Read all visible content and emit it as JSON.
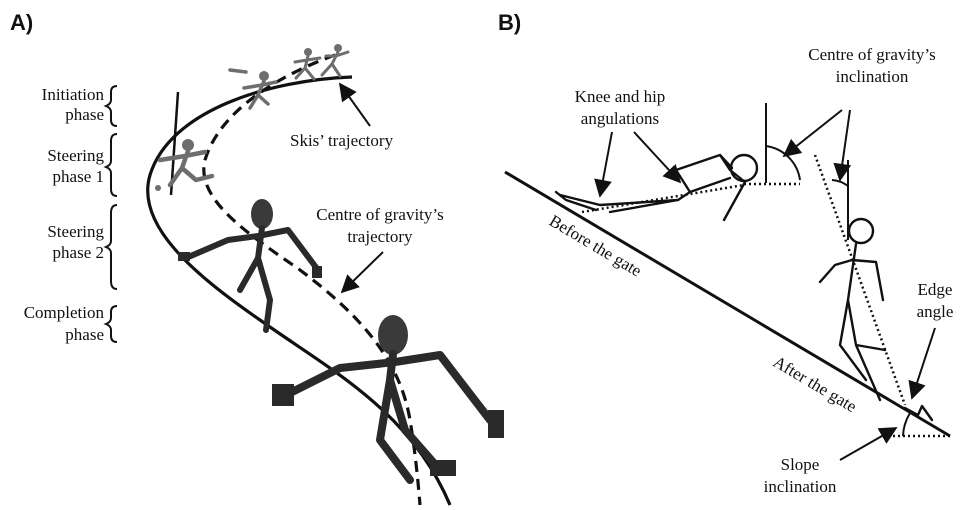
{
  "panel_a": {
    "label": "A)",
    "phases": [
      {
        "line1": "Initiation",
        "line2": "phase"
      },
      {
        "line1": "Steering",
        "line2": "phase 1"
      },
      {
        "line1": "Steering",
        "line2": "phase 2"
      },
      {
        "line1": "Completion",
        "line2": "phase"
      }
    ],
    "skis_trajectory": "Skis’ trajectory",
    "cog_trajectory": {
      "line1": "Centre of gravity’s",
      "line2": "trajectory"
    }
  },
  "panel_b": {
    "label": "B)",
    "knee_hip": {
      "line1": "Knee and hip",
      "line2": "angulations"
    },
    "cog_inclination": {
      "line1": "Centre of gravity’s",
      "line2": "inclination"
    },
    "before_gate": "Before the gate",
    "after_gate": "After the gate",
    "edge_angle": {
      "line1": "Edge",
      "line2": "angle"
    },
    "slope_inclination": {
      "line1": "Slope",
      "line2": "inclination"
    }
  },
  "colors": {
    "ink": "#111111",
    "figure_dark": "#2a2a2a",
    "figure_light": "#6e6e6e"
  }
}
